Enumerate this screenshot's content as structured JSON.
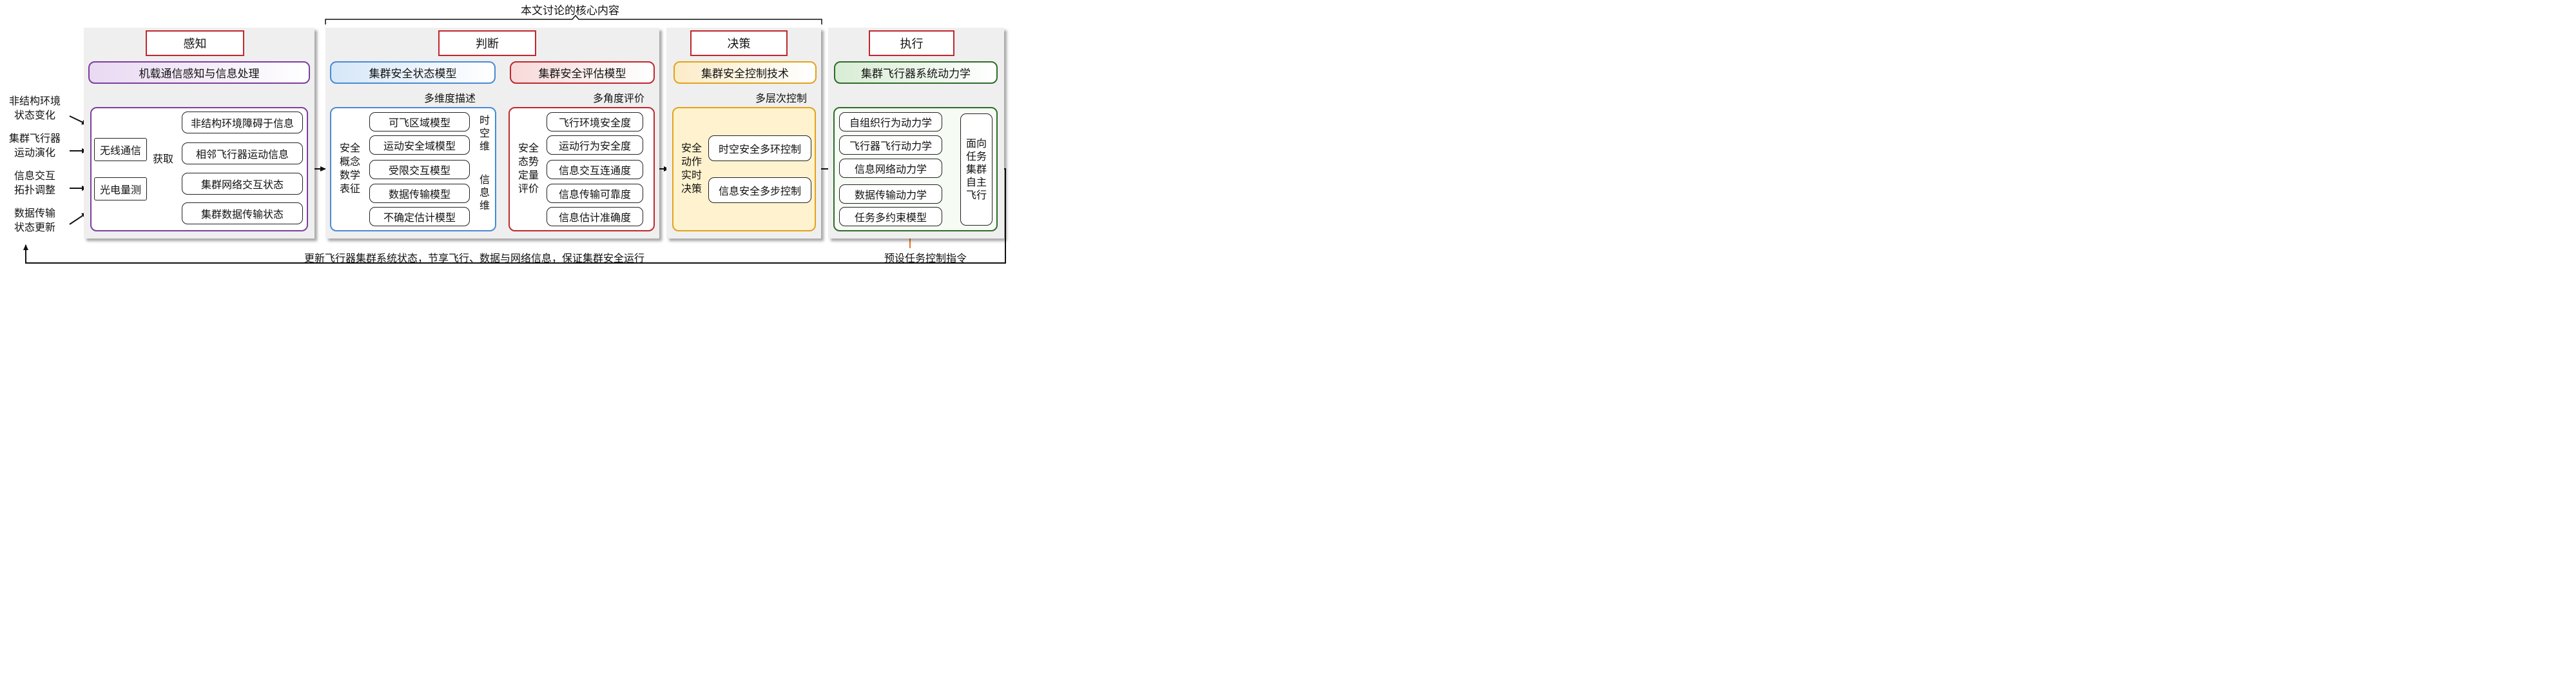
{
  "header": {
    "core_label": "本文讨论的核心内容"
  },
  "inputs": [
    "非结构环境\n状态变化",
    "集群飞行器\n运动演化",
    "信息交互\n拓扑调整",
    "数据传输\n状态更新"
  ],
  "sensing": {
    "title": "感知",
    "subtitle": "机载通信感知与信息处理",
    "sources": [
      "无线通信",
      "光电量测"
    ],
    "acquire_label": "获取",
    "outputs": [
      "非结构环境障碍于信息",
      "相邻飞行器运动信息",
      "集群网络交互状态",
      "集群数据传输状态"
    ]
  },
  "judgment": {
    "title": "判断",
    "state_model": {
      "title": "集群安全状态模型",
      "arrow_label": "多维度描述",
      "side_label": "安全\n概念\n数学\n表征",
      "spacetime_items": [
        "可飞区域模型",
        "运动安全域模型"
      ],
      "spacetime_label": "时\n空\n维",
      "info_items": [
        "受限交互模型",
        "数据传输模型",
        "不确定估计模型"
      ],
      "info_label": "信\n息\n维"
    },
    "eval_model": {
      "title": "集群安全评估模型",
      "arrow_label": "多角度评价",
      "side_label": "安全\n态势\n定量\n评价",
      "items": [
        "飞行环境安全度",
        "运动行为安全度",
        "信息交互连通度",
        "信息传输可靠度",
        "信息估计准确度"
      ]
    }
  },
  "decision": {
    "title": "决策",
    "subtitle": "集群安全控制技术",
    "arrow_label": "多层次控制",
    "side_label": "安全\n动作\n实时\n决策",
    "items": [
      "时空安全多环控制",
      "信息安全多步控制"
    ]
  },
  "execution": {
    "title": "执行",
    "subtitle": "集群飞行器系统动力学",
    "items": [
      "自组织行为动力学",
      "飞行器飞行动力学",
      "信息网络动力学",
      "数据传输动力学",
      "任务多约束模型"
    ],
    "result": "面向\n任务\n集群\n自主\n飞行",
    "preset_label": "预设任务控制指令"
  },
  "feedback": {
    "label": "更新飞行器集群系统状态，节享飞行、数据与网络信息，保证集群安全运行"
  },
  "colors": {
    "title_border": "#c0272d",
    "sensing_accent": "#7b3fa0",
    "state_accent": "#4a8ad4",
    "eval_accent": "#c0272d",
    "decision_accent": "#e3a21a",
    "exec_accent": "#2f6b2a",
    "hollow_arrow": "#5b8fd4",
    "preset_arrow": "#e87722"
  }
}
